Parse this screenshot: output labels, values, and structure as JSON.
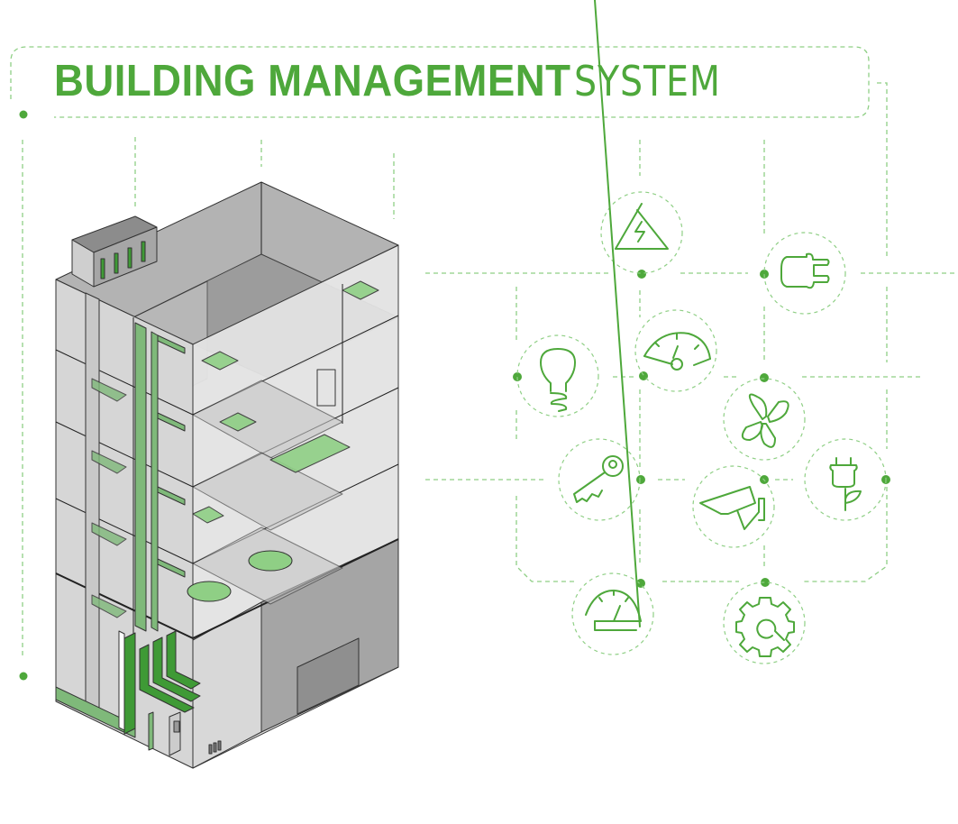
{
  "header": {
    "title_bold": "BUILDING MANAGEMENT",
    "title_light": "SYSTEM"
  },
  "colors": {
    "accent": "#4ea83b",
    "dashed_line": "#8fcf85",
    "building_fill": "#b8b8b8",
    "building_glass": "#dcdcdc",
    "duct_green": "#7fb97a",
    "outline": "#222222"
  },
  "illustration": {
    "subject": "isometric cutaway office building",
    "floors": 5
  },
  "icons": [
    {
      "name": "high-voltage-warning-icon",
      "label": "High voltage"
    },
    {
      "name": "power-plug-icon",
      "label": "Power plug"
    },
    {
      "name": "light-bulb-icon",
      "label": "Lighting"
    },
    {
      "name": "speed-gauge-icon",
      "label": "Gauge"
    },
    {
      "name": "ventilation-fan-icon",
      "label": "Ventilation"
    },
    {
      "name": "access-key-icon",
      "label": "Access control"
    },
    {
      "name": "security-camera-icon",
      "label": "CCTV"
    },
    {
      "name": "eco-plug-icon",
      "label": "Green energy"
    },
    {
      "name": "meter-dashboard-icon",
      "label": "Metering"
    },
    {
      "name": "settings-gear-icon",
      "label": "Settings"
    }
  ]
}
